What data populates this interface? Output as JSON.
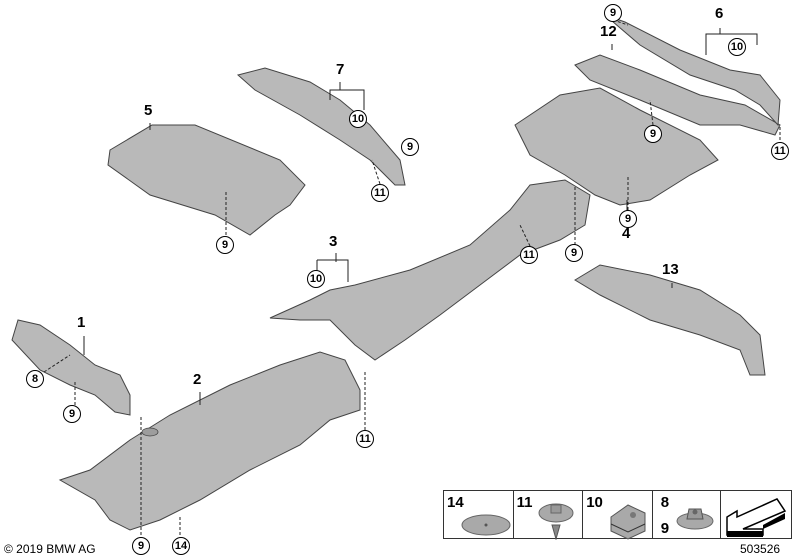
{
  "callouts": {
    "part_numbers": [
      "1",
      "2",
      "3",
      "4",
      "5",
      "6",
      "7",
      "12",
      "13"
    ],
    "circled": [
      "9",
      "10",
      "11",
      "9",
      "9",
      "9",
      "11",
      "10",
      "9",
      "11",
      "9",
      "10",
      "11",
      "8",
      "9",
      "9",
      "14"
    ]
  },
  "legend": {
    "items": [
      {
        "labels": [
          "14"
        ],
        "icon": "washer-icon"
      },
      {
        "labels": [
          "11"
        ],
        "icon": "expanding-rivet-icon"
      },
      {
        "labels": [
          "10"
        ],
        "icon": "clip-nut-icon"
      },
      {
        "labels": [
          "8",
          "9"
        ],
        "icon": "collar-nut-icon"
      },
      {
        "labels": [],
        "icon": "direction-arrow-icon"
      }
    ]
  },
  "footer": {
    "copyright": "© 2019 BMW AG",
    "diagram_number": "503526"
  },
  "colors": {
    "part_fill": "#b9b9b9",
    "outline": "#444444"
  }
}
